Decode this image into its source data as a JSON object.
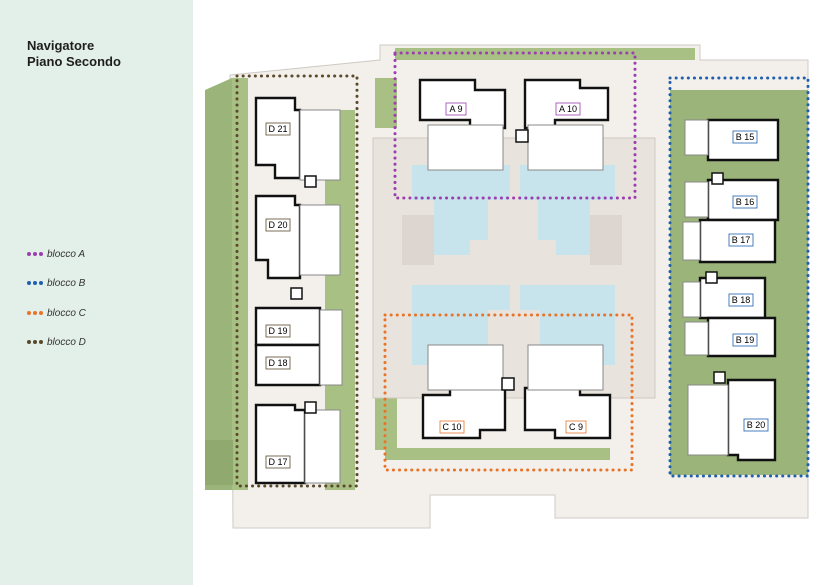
{
  "title": {
    "line1": "Navigatore",
    "line2": "Piano Secondo"
  },
  "legend": [
    {
      "label": "blocco A",
      "color": "#9b3fb0"
    },
    {
      "label": "blocco B",
      "color": "#1f5fad"
    },
    {
      "label": "blocco C",
      "color": "#e8742a"
    },
    {
      "label": "blocco D",
      "color": "#5a4a2c"
    }
  ],
  "units": {
    "A9": "A 9",
    "A10": "A 10",
    "B15": "B 15",
    "B16": "B 16",
    "B17": "B 17",
    "B18": "B 18",
    "B19": "B 19",
    "B20": "B 20",
    "C10": "C 10",
    "C9": "C 9",
    "D21": "D 21",
    "D20": "D 20",
    "D19": "D 19",
    "D18": "D 18",
    "D17": "D 17"
  },
  "colors": {
    "sidebar_bg": "#e3efe9",
    "grass": "#9bb47a",
    "pavement": "#e9e3de",
    "pool": "#c7e3ec",
    "wall": "#111111"
  }
}
